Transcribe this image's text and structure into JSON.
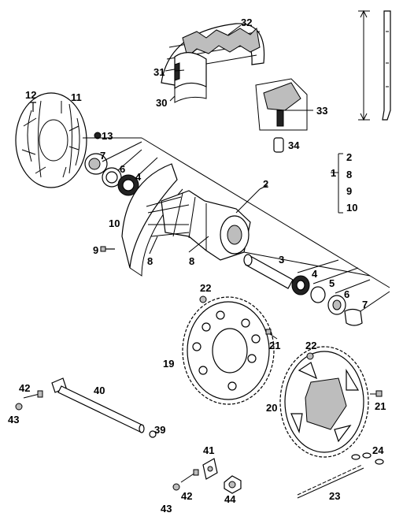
{
  "diagram": {
    "labels": {
      "p1": "1",
      "p2": "2",
      "p2b": "2",
      "p3": "3",
      "p4": "4",
      "p4b": "4",
      "p5": "5",
      "p6": "6",
      "p6b": "6",
      "p7": "7",
      "p7b": "7",
      "p8": "8",
      "p8b": "8",
      "p8c": "8",
      "p9": "9",
      "p9b": "9",
      "p10": "10",
      "p10b": "10",
      "p11": "11",
      "p12": "12",
      "p13": "13",
      "p19": "19",
      "p20": "20",
      "p21": "21",
      "p21b": "21",
      "p22": "22",
      "p22b": "22",
      "p23": "23",
      "p24": "24",
      "p30": "30",
      "p31": "31",
      "p32": "32",
      "p33": "33",
      "p34": "34",
      "p39": "39",
      "p40": "40",
      "p41": "41",
      "p42": "42",
      "p42b": "42",
      "p43": "43",
      "p43b": "43",
      "p44": "44"
    }
  }
}
